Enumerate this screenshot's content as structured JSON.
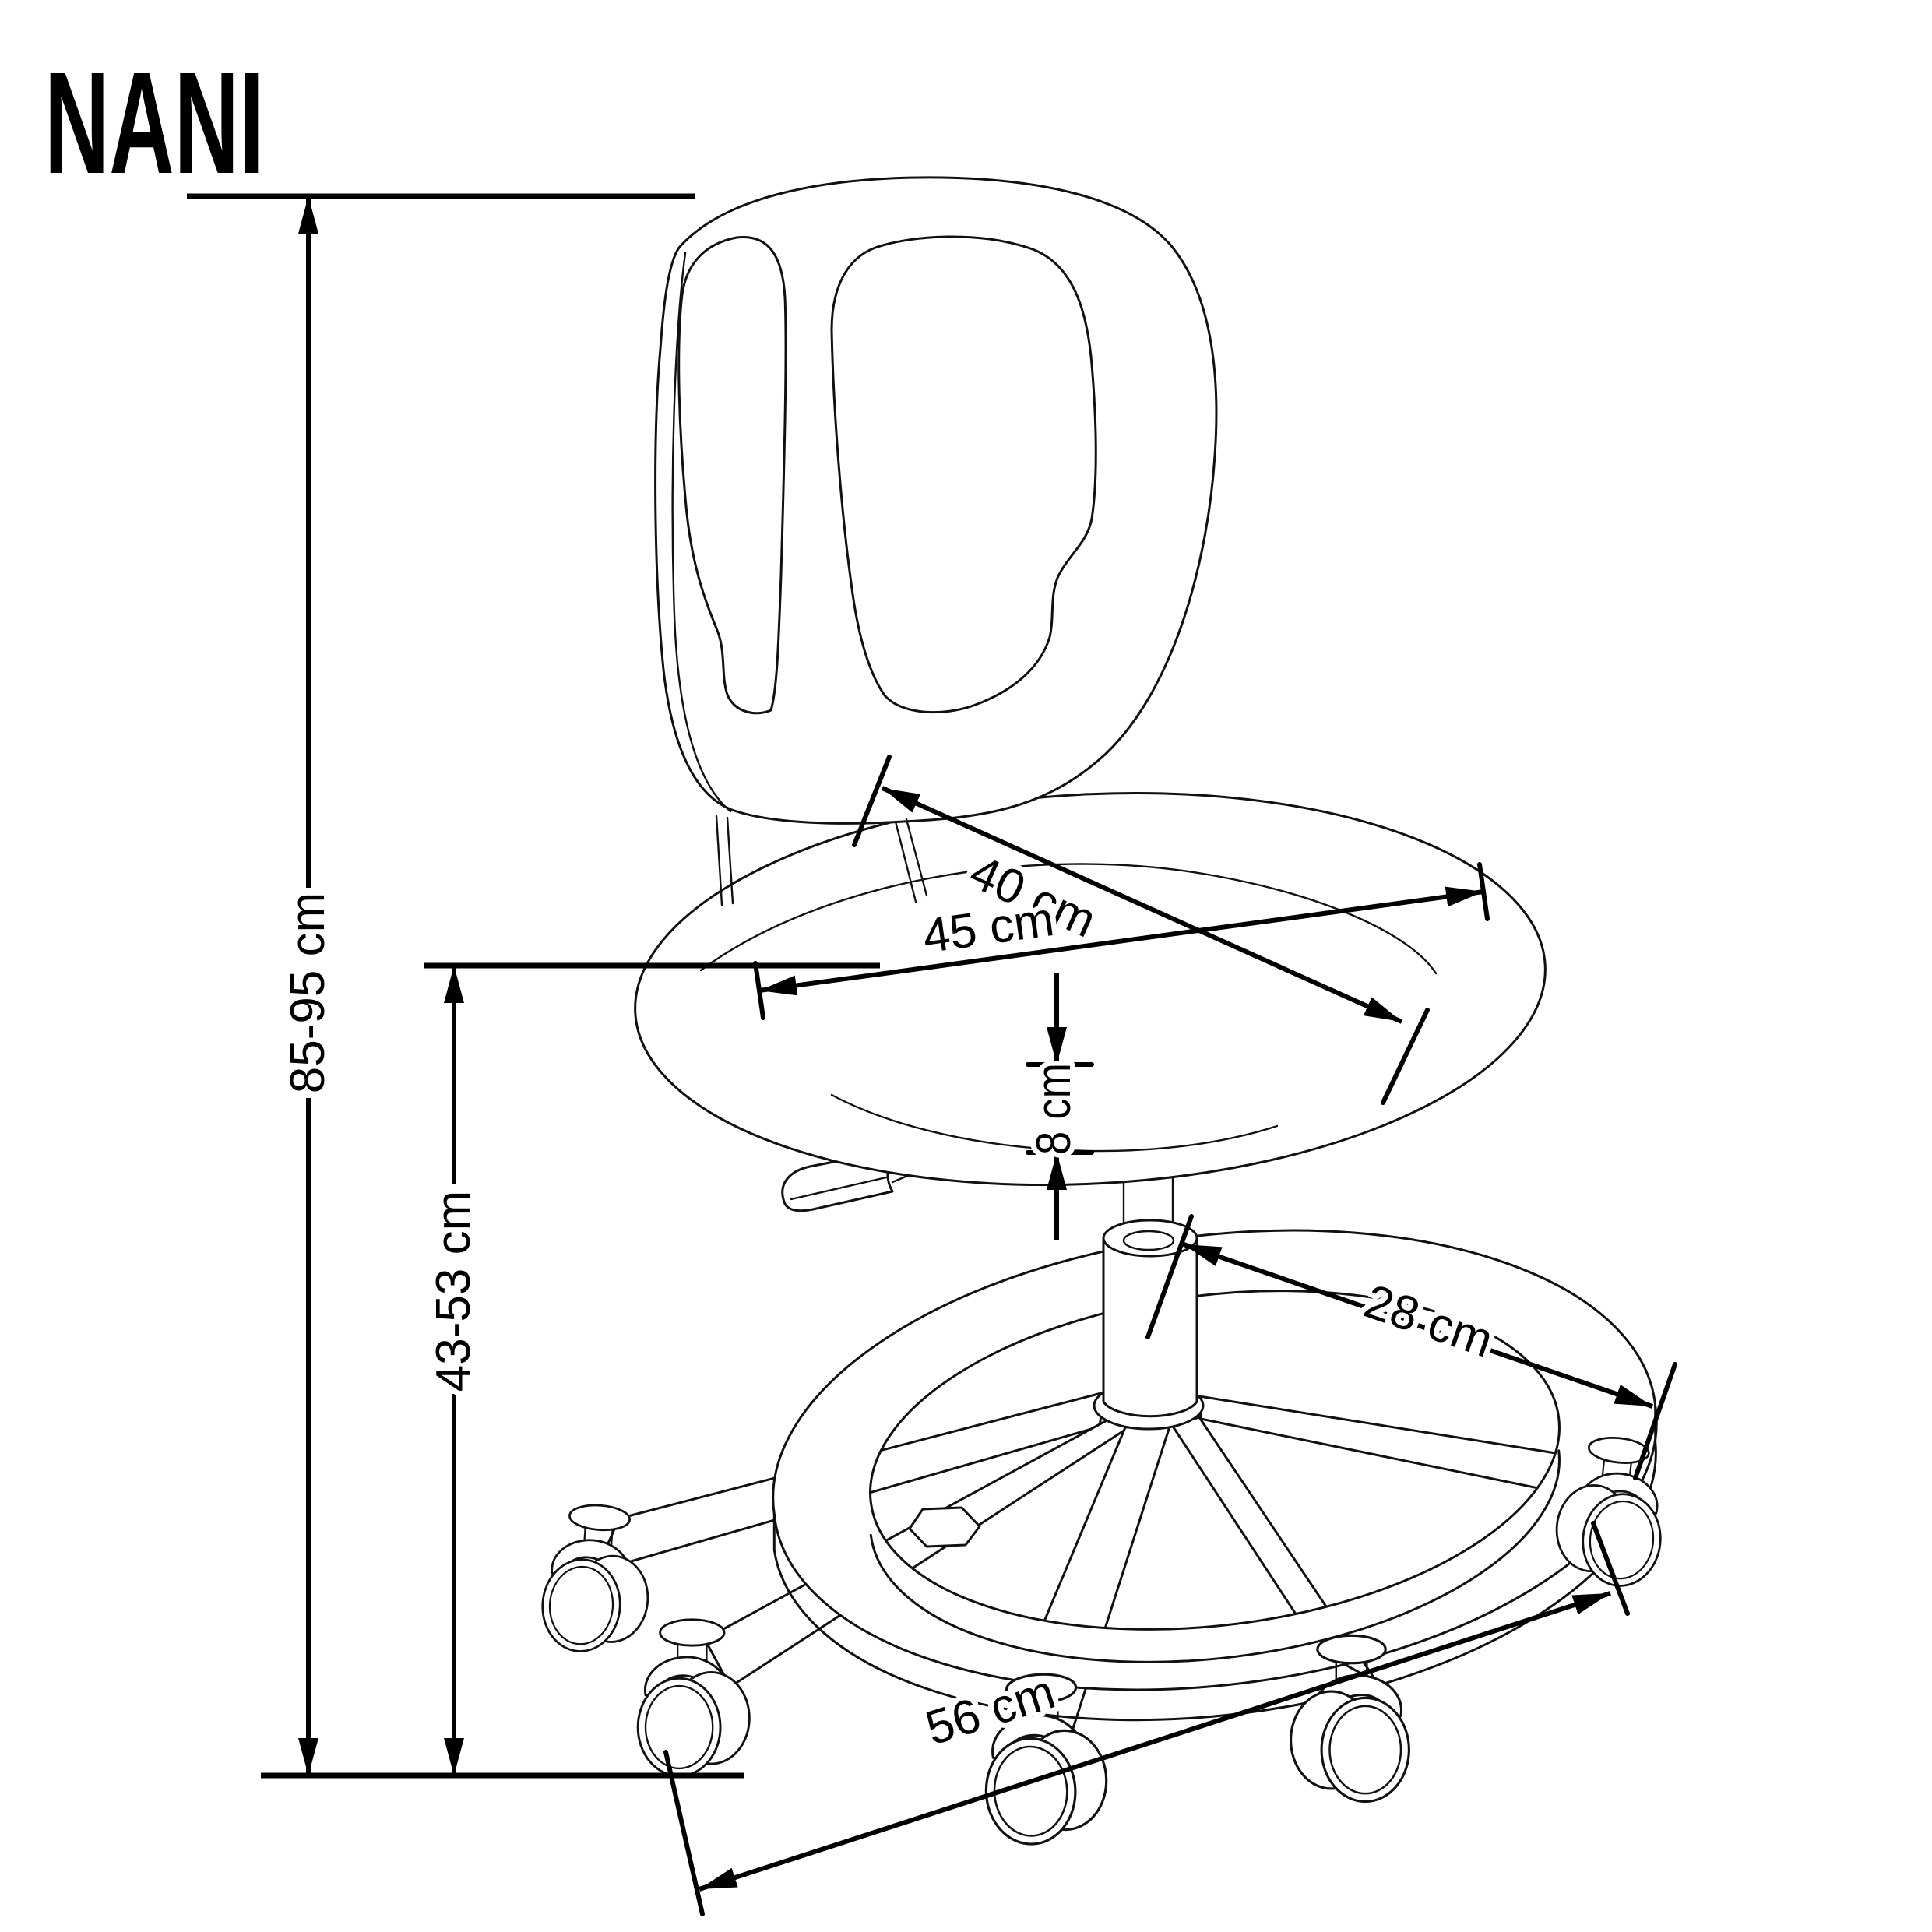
{
  "title": "NANI",
  "colors": {
    "ink": "#000000",
    "paper": "#ffffff"
  },
  "dimensions": {
    "total_height": "85-95 cm",
    "seat_height": "43-53 cm",
    "seat_depth": "40 cm",
    "seat_width": "45 cm",
    "seat_cushion_thickness": "8 cm",
    "footring_span": "28 cm",
    "base_span": "56 cm"
  }
}
